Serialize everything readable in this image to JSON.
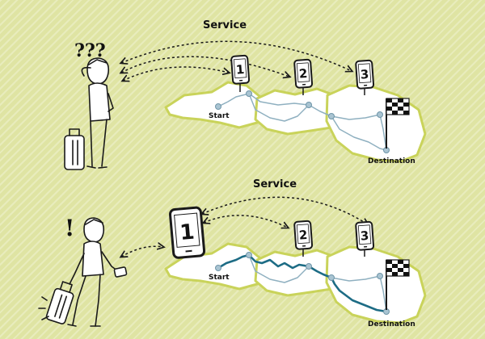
{
  "panels": [
    {
      "service_label": "Service",
      "start_label": "Start",
      "destination_label": "Destination",
      "phones": [
        "1",
        "2",
        "3"
      ],
      "traveler_mark": "???"
    },
    {
      "service_label": "Service",
      "start_label": "Start",
      "destination_label": "Destination",
      "phones": [
        "1",
        "2",
        "3"
      ],
      "traveler_mark": "!"
    }
  ],
  "colors": {
    "background": "#dfe4a3",
    "map_outline": "#c9d35a",
    "route_default": "#8fb0c0",
    "route_selected": "#1d6c85"
  },
  "icons": [
    "person-icon",
    "suitcase-icon",
    "smartphone-icon",
    "checkered-flag-icon"
  ]
}
